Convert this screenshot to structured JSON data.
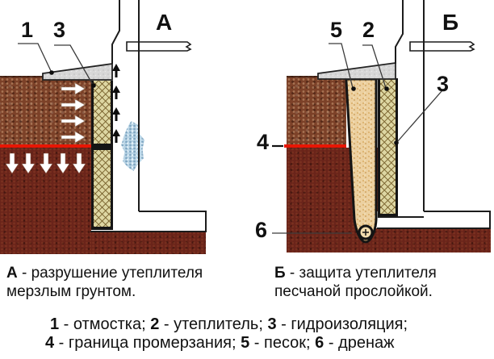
{
  "panels": {
    "a": {
      "letter": "А",
      "callout_1": "1",
      "callout_3": "3"
    },
    "b": {
      "letter": "Б",
      "callout_5": "5",
      "callout_2": "2",
      "callout_3": "3",
      "callout_4": "4",
      "callout_6": "6"
    }
  },
  "captions": {
    "a": {
      "letter": "А",
      "rest": " - разрушение утеплителя",
      "line2": "мерзлым грунтом."
    },
    "b": {
      "letter": "Б",
      "rest": " - защита утеплителя",
      "line2": "песчаной прослойкой."
    }
  },
  "legend": {
    "i1n": "1",
    "i1t": " - отмостка; ",
    "i2n": "2",
    "i2t": " - утеплитель; ",
    "i3n": "3",
    "i3t": " - гидроизоляция;",
    "i4n": "4",
    "i4t": " - граница промерзания; ",
    "i5n": "5",
    "i5t": " - песок; ",
    "i6n": "6",
    "i6t": " - дренаж"
  },
  "colors": {
    "soil_top": "#7c4128",
    "soil_frozen": "#6a241a",
    "sand": "#ecd0a0",
    "insulation": "#ddd6a2",
    "slab": "#d7d7d7",
    "ice": "#b9d4e5",
    "frost_line": "#e81604",
    "line": "#1c1c1c"
  }
}
